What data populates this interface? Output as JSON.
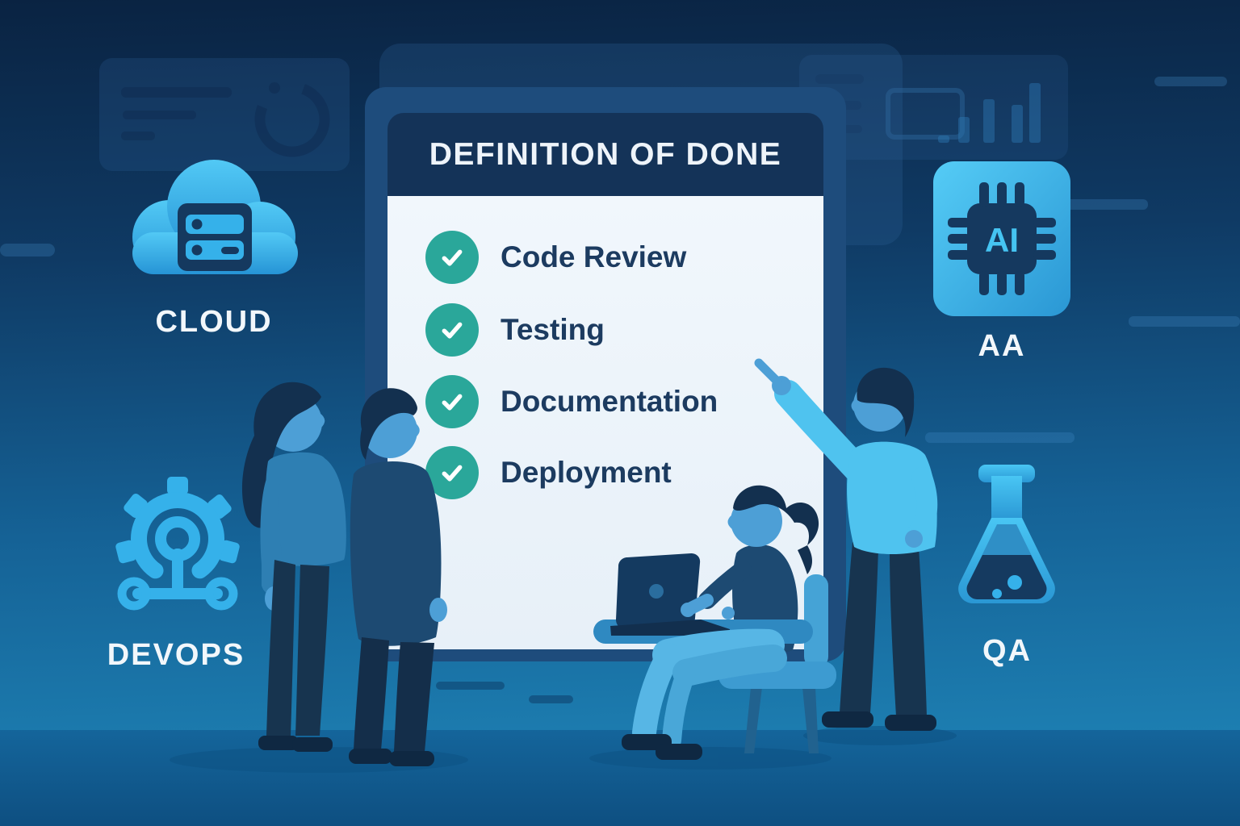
{
  "palette": {
    "bg_top": "#0a2342",
    "bg_mid": "#156296",
    "bg_bottom": "#1f83b5",
    "floor": "#12598c",
    "board_frame": "#1e4c7c",
    "board_header": "#143358",
    "board_body": "#eef5fb",
    "check_teal": "#2aa79a",
    "item_text": "#1c3b60",
    "title_text": "#eef4fa",
    "label_text": "#f2f7fb",
    "icon_blue": "#41bdf0",
    "icon_blue_deep": "#2694d6",
    "icon_navy": "#15395f",
    "skin": "#4d9fd6",
    "hair": "#13304f",
    "shirt_light": "#4fc3ef"
  },
  "board": {
    "title": "DEFINITION OF DONE",
    "items": [
      {
        "label": "Code Review",
        "checked": true
      },
      {
        "label": "Testing",
        "checked": true
      },
      {
        "label": "Documentation",
        "checked": true
      },
      {
        "label": "Deployment",
        "checked": true
      }
    ]
  },
  "side": {
    "cloud": {
      "icon": "cloud-server-icon",
      "label": "CLOUD"
    },
    "devops": {
      "icon": "devops-pipeline-gear-icon",
      "label": "DEVOPS"
    },
    "ai": {
      "icon": "ai-chip-icon",
      "chip_text": "AI",
      "label": "AA"
    },
    "qa": {
      "icon": "qa-lab-flask-icon",
      "label": "QA"
    }
  },
  "scene": {
    "figures": [
      "standing-woman",
      "standing-man",
      "seated-woman-with-laptop",
      "pointing-man"
    ],
    "background_motifs": [
      "analytics-card",
      "donut-chart",
      "bar-chart",
      "ui-pills"
    ]
  }
}
